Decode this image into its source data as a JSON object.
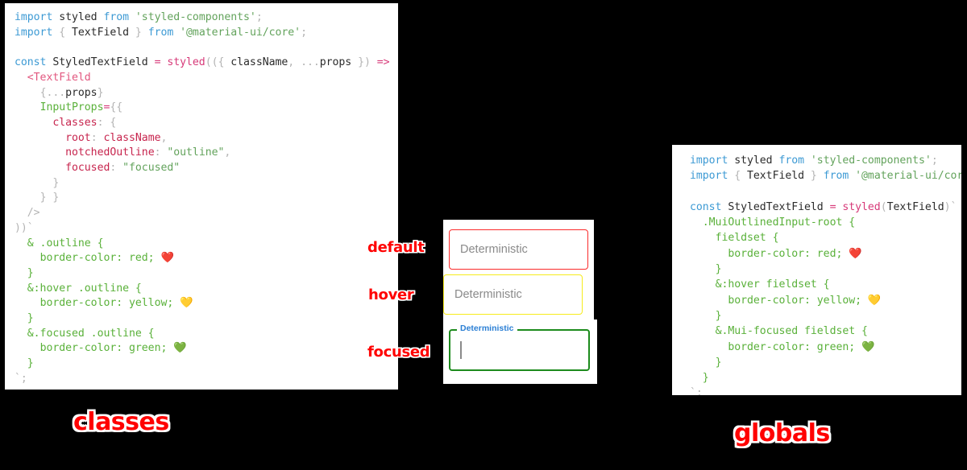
{
  "captions": {
    "left": "classes",
    "right": "globals"
  },
  "state_labels": {
    "default": "default",
    "hover": "hover",
    "focused": "focused"
  },
  "colors": {
    "label_red": "#ff0000",
    "default_border": "#fa2b2b",
    "hover_border": "#f6eb1c",
    "focused_border": "#1d8b1d",
    "focused_label_blue": "#2b7fd4",
    "placeholder_grey": "#8a8a8a",
    "panel_background": "#ffffff",
    "page_background": "#000000",
    "token_keyword": "#3d9ad4",
    "token_string": "#63a35c",
    "token_property": "#c7254e",
    "token_selector": "#5ab13a",
    "token_operator": "#d73a79"
  },
  "text_fields": [
    {
      "state": "default",
      "value": "Deterministic",
      "border_color": "#fa2b2b",
      "floating_label": null
    },
    {
      "state": "hover",
      "value": "Deterministic",
      "border_color": "#f6eb1c",
      "floating_label": null
    },
    {
      "state": "focused",
      "value": "",
      "border_color": "#1d8b1d",
      "floating_label": "Deterministic"
    }
  ],
  "code_classes": {
    "title": "classes",
    "lines": [
      "import styled from 'styled-components';",
      "import { TextField } from '@material-ui/core';",
      "",
      "const StyledTextField = styled(({ className, ...props }) => (",
      "  <TextField",
      "    {...props}",
      "    InputProps={{",
      "      classes: {",
      "        root: className,",
      "        notchedOutline: \"outline\",",
      "        focused: \"focused\"",
      "      }",
      "    } }",
      "  />",
      "))`",
      "  & .outline {",
      "    border-color: red; ❤️",
      "  }",
      "  &:hover .outline {",
      "    border-color: yellow; 💛",
      "  }",
      "  &.focused .outline {",
      "    border-color: green; 💚",
      "  }",
      "`;"
    ]
  },
  "code_globals": {
    "title": "globals",
    "lines": [
      "import styled from 'styled-components';",
      "import { TextField } from '@material-ui/core';",
      "",
      "const StyledTextField = styled(TextField)`",
      "  .MuiOutlinedInput-root {",
      "    fieldset {",
      "      border-color: red; ❤️",
      "    }",
      "    &:hover fieldset {",
      "      border-color: yellow; 💛",
      "    }",
      "    &.Mui-focused fieldset {",
      "      border-color: green; 💚",
      "    }",
      "  }",
      "`;"
    ]
  }
}
